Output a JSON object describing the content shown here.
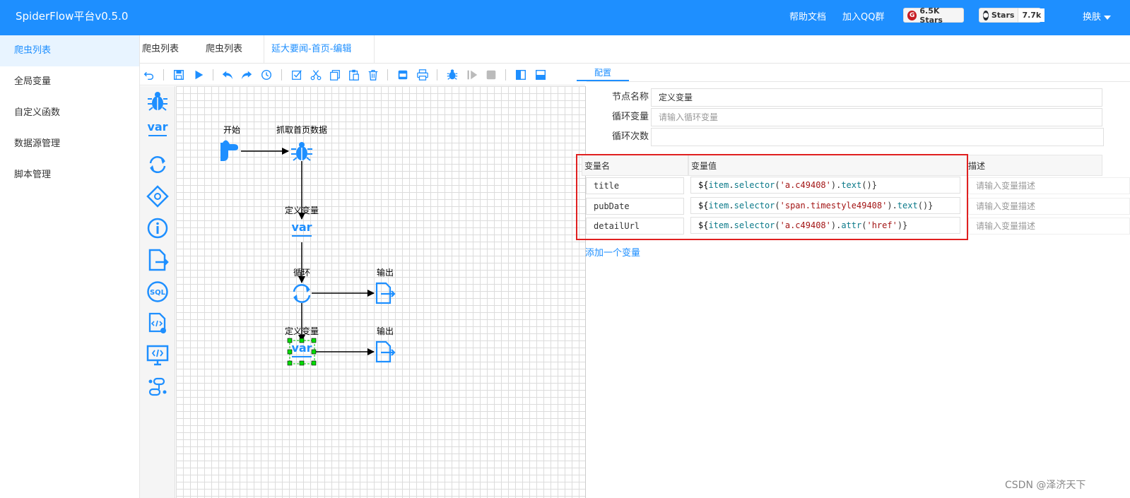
{
  "header": {
    "title": "SpiderFlow平台v0.5.0",
    "links": [
      "帮助文档",
      "加入QQ群"
    ],
    "gitee_badge": "6.5K Stars",
    "github_label": "Stars",
    "github_count": "7.7k",
    "skin_label": "换肤"
  },
  "sidebar": {
    "items": [
      {
        "label": "爬虫列表",
        "active": true
      },
      {
        "label": "全局变量"
      },
      {
        "label": "自定义函数"
      },
      {
        "label": "数据源管理"
      },
      {
        "label": "脚本管理"
      }
    ]
  },
  "tabs": [
    "爬虫列表",
    "爬虫列表",
    "延大要闻-首页-编辑"
  ],
  "toolbar_icons": [
    "undo-icon",
    "save-icon",
    "run-icon",
    "undo-arrow-icon",
    "redo-arrow-icon",
    "history-icon",
    "select-all-icon",
    "cut-icon",
    "copy-icon",
    "paste-icon",
    "delete-icon",
    "image-icon",
    "print-icon",
    "debug-icon",
    "resume-icon",
    "stop-icon",
    "left-panel-icon",
    "bottom-panel-icon"
  ],
  "palette_icons": [
    "spider-icon",
    "variable-icon",
    "loop-icon",
    "diamond-icon",
    "info-icon",
    "output-icon",
    "sql-icon",
    "script-file-icon",
    "code-monitor-icon",
    "process-icon"
  ],
  "canvas": {
    "nodes": {
      "start": "开始",
      "fetch": "抓取首页数据",
      "var1": "定义变量",
      "loop": "循环",
      "out1": "输出",
      "var2": "定义变量",
      "out2": "输出"
    },
    "var_text": "var"
  },
  "config": {
    "tab": "配置",
    "node_name_label": "节点名称",
    "node_name_value": "定义变量",
    "loop_var_label": "循环变量",
    "loop_var_placeholder": "请输入循环变量",
    "loop_count_label": "循环次数",
    "loop_count_value": "",
    "columns": [
      "变量名",
      "变量值",
      "描述"
    ],
    "rows": [
      {
        "name": "title",
        "value_prefix": "${",
        "value_obj": "item",
        "value_method": "selector",
        "value_arg": "'a.c49408'",
        "value_tail_method": "text",
        "value_tail_arg": "",
        "desc_placeholder": "请输入变量描述"
      },
      {
        "name": "pubDate",
        "value_prefix": "${",
        "value_obj": "item",
        "value_method": "selector",
        "value_arg": "'span.timestyle49408'",
        "value_tail_method": "text",
        "value_tail_arg": "",
        "desc_placeholder": "请输入变量描述"
      },
      {
        "name": "detailUrl",
        "value_prefix": "${",
        "value_obj": "item",
        "value_method": "selector",
        "value_arg": "'a.c49408'",
        "value_tail_method": "attr",
        "value_tail_arg": "'href'",
        "desc_placeholder": "请输入变量描述"
      }
    ],
    "add_var": "添加一个变量"
  },
  "watermark": "CSDN @泽济天下",
  "colors": {
    "brand": "#1e8fff",
    "highlight": "#e02020",
    "selection": "#00cc00"
  }
}
